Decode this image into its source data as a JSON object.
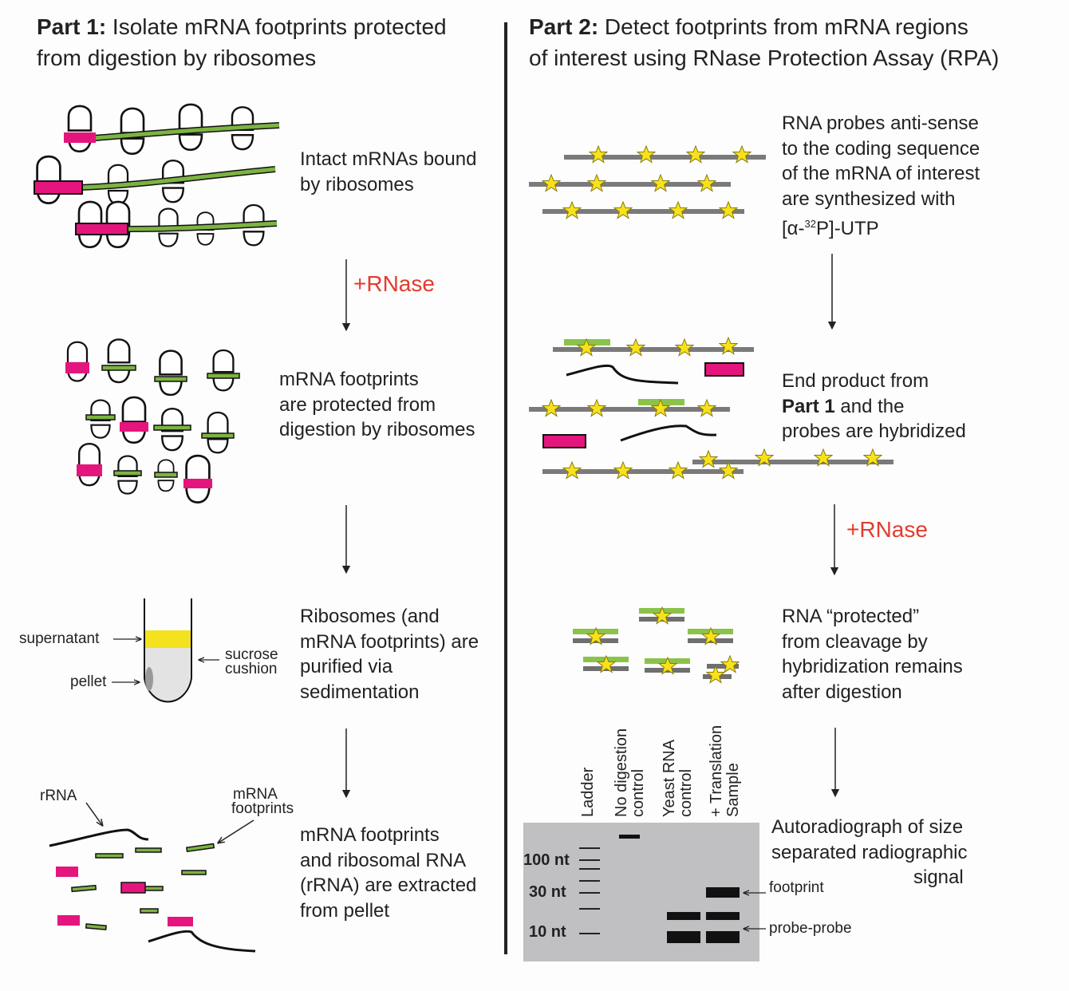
{
  "part1": {
    "heading_bold": "Part 1:",
    "heading_line1": " Isolate mRNA footprints protected",
    "heading_line2": "from digestion by ribosomes",
    "steps": [
      {
        "lines": [
          "Intact mRNAs bound",
          "by ribosomes"
        ]
      },
      {
        "lines": [
          "mRNA footprints",
          "are protected from",
          "digestion by ribosomes"
        ]
      },
      {
        "lines": [
          "Ribosomes (and",
          "mRNA footprints) are",
          "purified via",
          "sedimentation"
        ]
      },
      {
        "lines": [
          "mRNA footprints",
          "and ribosomal RNA",
          "(rRNA) are extracted",
          "from pellet"
        ]
      }
    ],
    "rnase_label": "+RNase",
    "tube_labels": {
      "supernatant": "supernatant",
      "pellet": "pellet",
      "sucrose_1": "sucrose",
      "sucrose_2": "cushion"
    },
    "extract_labels": {
      "rrna": "rRNA",
      "mrna_1": "mRNA",
      "mrna_2": "footprints"
    }
  },
  "part2": {
    "heading_bold": "Part 2:",
    "heading_line1": " Detect footprints from mRNA regions",
    "heading_line2": "of interest using RNase Protection Assay (RPA)",
    "steps": [
      {
        "lines": [
          "RNA probes anti-sense",
          "to the coding sequence",
          "of the mRNA of interest",
          "are synthesized with"
        ],
        "last_pre": "[α-",
        "last_sup": "32",
        "last_post": "P]-UTP"
      },
      {
        "bold": "Part 1",
        "lines": [
          "End product from",
          " and the",
          "probes are hybridized"
        ]
      },
      {
        "lines": [
          "RNA “protected”",
          "from cleavage by",
          "hybridization remains",
          "after digestion"
        ]
      },
      {
        "lines": [
          "Autoradiograph of size",
          "separated radiographic",
          "signal"
        ]
      }
    ],
    "rnase_label": "+RNase",
    "gel": {
      "lanes": [
        {
          "lines": [
            "Ladder"
          ]
        },
        {
          "lines": [
            "No digestion",
            "control"
          ]
        },
        {
          "lines": [
            "Yeast RNA",
            "control"
          ]
        },
        {
          "lines": [
            "+ Translation",
            "Sample"
          ]
        }
      ],
      "size_markers": [
        "100 nt",
        "30 nt",
        "10 nt"
      ],
      "band_labels": {
        "footprint": "footprint",
        "probe_probe": "probe-probe"
      }
    }
  },
  "colors": {
    "magenta": "#e5157e",
    "green": "#7cb342",
    "probe_gray": "#7a7a7a",
    "star": "#f7e21a",
    "red": "#e33b2e",
    "gel": "#c0c0c2"
  }
}
